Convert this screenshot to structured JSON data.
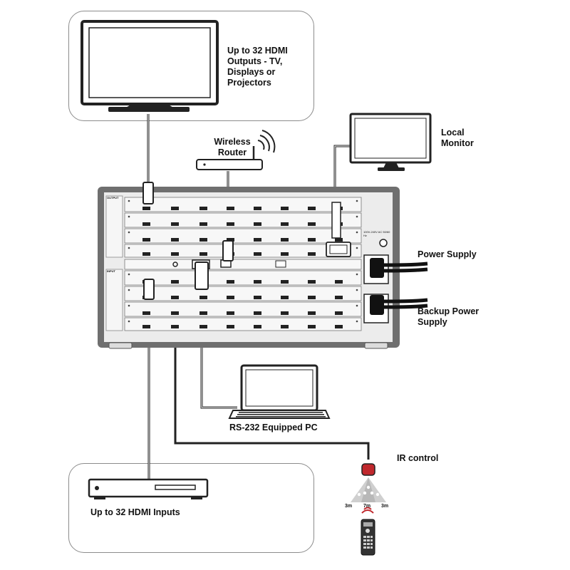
{
  "labels": {
    "hdmi_outputs": "Up to 32 HDMI Outputs - TV, Displays or Projectors",
    "wireless_router": "Wireless Router",
    "local_monitor": "Local Monitor",
    "power_supply": "Power Supply",
    "backup_power_supply": "Backup Power Supply",
    "rs232_pc": "RS-232 Equipped PC",
    "ir_control": "IR control",
    "hdmi_inputs": "Up to 32 HDMI Inputs",
    "ir_range_left": "3m",
    "ir_range_center": "7m",
    "ir_range_right": "3m"
  },
  "chassis": {
    "output_label": "OUTPUT",
    "input_label": "INPUT",
    "power_label": "100V-240V AC 50/60 Hz"
  },
  "colors": {
    "chassis_frame": "#6f6f6f",
    "chassis_face": "#ececec",
    "ir_sensor": "#c0282d",
    "cable": "#222222"
  }
}
